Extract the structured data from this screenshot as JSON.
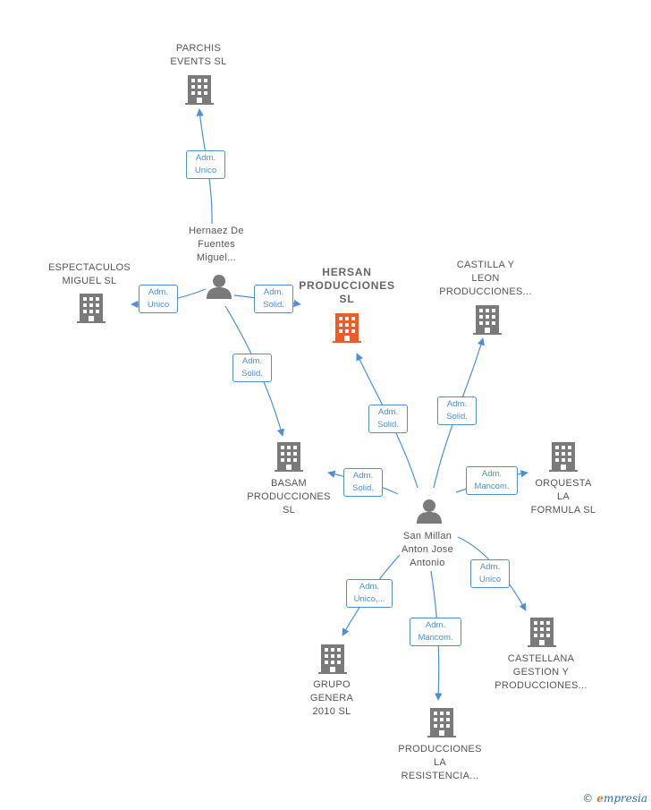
{
  "nodes": {
    "parchis": "PARCHIS\nEVENTS  SL",
    "hernaez": "Hernaez De\nFuentes\nMiguel...",
    "espectaculos": "ESPECTACULOS\nMIGUEL  SL",
    "hersan": "HERSAN\nPRODUCCIONES\nSL",
    "castilla_leon": "CASTILLA Y\nLEON\nPRODUCCIONES...",
    "basam": "BASAM\nPRODUCCIONES\nSL",
    "orquesta": "ORQUESTA\nLA\nFORMULA  SL",
    "san_millan": "San Millan\nAnton Jose\nAntonio",
    "castellana": "CASTELLANA\nGESTION Y\nPRODUCCIONES...",
    "grupo_genera": "GRUPO\nGENERA\n2010 SL",
    "resistencia": "PRODUCCIONES\nLA\nRESISTENCIA..."
  },
  "edges": {
    "e1": "Adm.\nUnico",
    "e2": "Adm.\nUnico",
    "e3": "Adm.\nSolid.",
    "e4": "Adm.\nSolid.",
    "e5": "Adm.\nSolid.",
    "e6": "Adm.\nSolid.",
    "e7": "Adm.\nSolid.",
    "e8": "Adm.\nMancom.",
    "e9": "Adm.\nUnico",
    "e10": "Adm.\nUnico,...",
    "e11": "Adm.\nMancom."
  },
  "colors": {
    "edge": "#4a90d9",
    "company": "#7a7a7a",
    "focus": "#f05a28",
    "person": "#7a7a7a"
  },
  "icons": {
    "company": "building-icon",
    "person": "person-icon"
  },
  "brand": {
    "copyright": "©",
    "initial": "e",
    "rest": "mpresia"
  }
}
